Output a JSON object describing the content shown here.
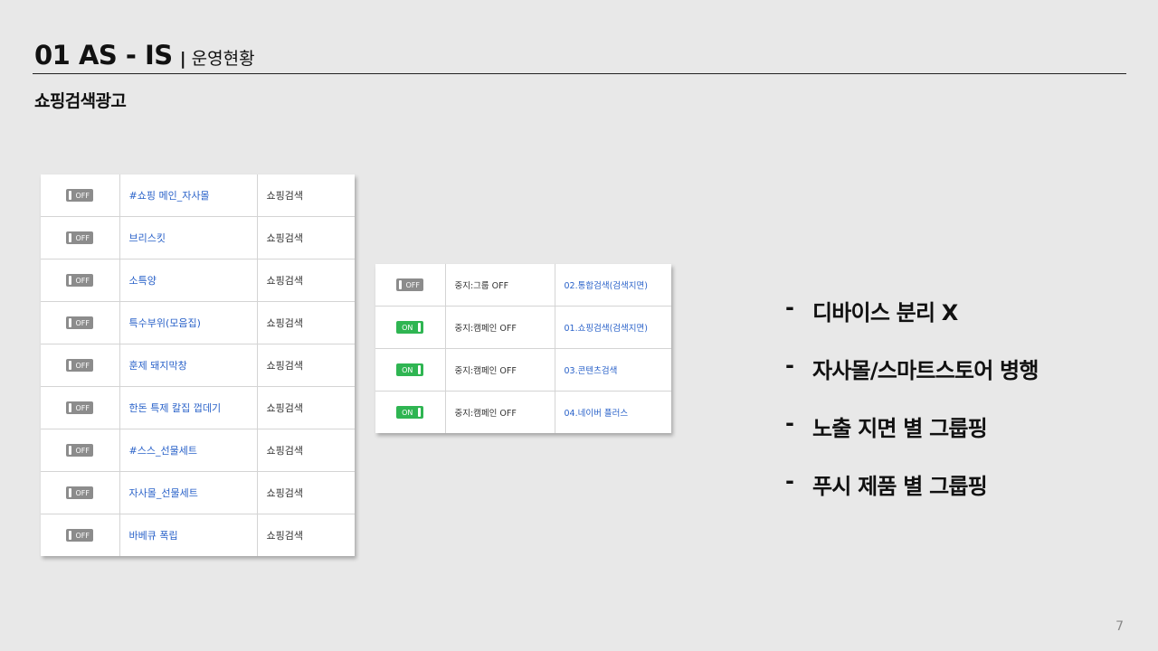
{
  "header": {
    "title": "01 AS - IS",
    "separator": "|",
    "subtitle": "운영현황"
  },
  "section_title": "쇼핑검색광고",
  "colors": {
    "background": "#e8e8e8",
    "toggle_off": "#8c8c8c",
    "toggle_on": "#2fb552",
    "link_blue": "#2a62c9"
  },
  "table1": {
    "rows": [
      {
        "state": "OFF",
        "name": "#쇼핑 메인_자사몰",
        "type": "쇼핑검색"
      },
      {
        "state": "OFF",
        "name": "브리스킷",
        "type": "쇼핑검색"
      },
      {
        "state": "OFF",
        "name": "소특양",
        "type": "쇼핑검색"
      },
      {
        "state": "OFF",
        "name": "특수부위(모음집)",
        "type": "쇼핑검색"
      },
      {
        "state": "OFF",
        "name": "훈제 돼지막창",
        "type": "쇼핑검색"
      },
      {
        "state": "OFF",
        "name": "한돈 특제 칼집 껍데기",
        "type": "쇼핑검색"
      },
      {
        "state": "OFF",
        "name": "#스스_선물세트",
        "type": "쇼핑검색"
      },
      {
        "state": "OFF",
        "name": "자사몰_선물세트",
        "type": "쇼핑검색"
      },
      {
        "state": "OFF",
        "name": "바베큐 폭립",
        "type": "쇼핑검색"
      }
    ]
  },
  "table2": {
    "rows": [
      {
        "state": "OFF",
        "status": "중지:그룹 OFF",
        "campaign": "02.통합검색(검색지면)"
      },
      {
        "state": "ON",
        "status": "중지:캠페인 OFF",
        "campaign": "01.쇼핑검색(검색지면)"
      },
      {
        "state": "ON",
        "status": "중지:캠페인 OFF",
        "campaign": "03.콘텐츠검색"
      },
      {
        "state": "ON",
        "status": "중지:캠페인 OFF",
        "campaign": "04.네이버 플러스"
      }
    ]
  },
  "bullets": {
    "dash": "-",
    "items": [
      "디바이스 분리 X",
      "자사몰/스마트스토어 병행",
      "노출 지면 별 그룹핑",
      "푸시 제품 별 그룹핑"
    ]
  },
  "page_number": "7"
}
